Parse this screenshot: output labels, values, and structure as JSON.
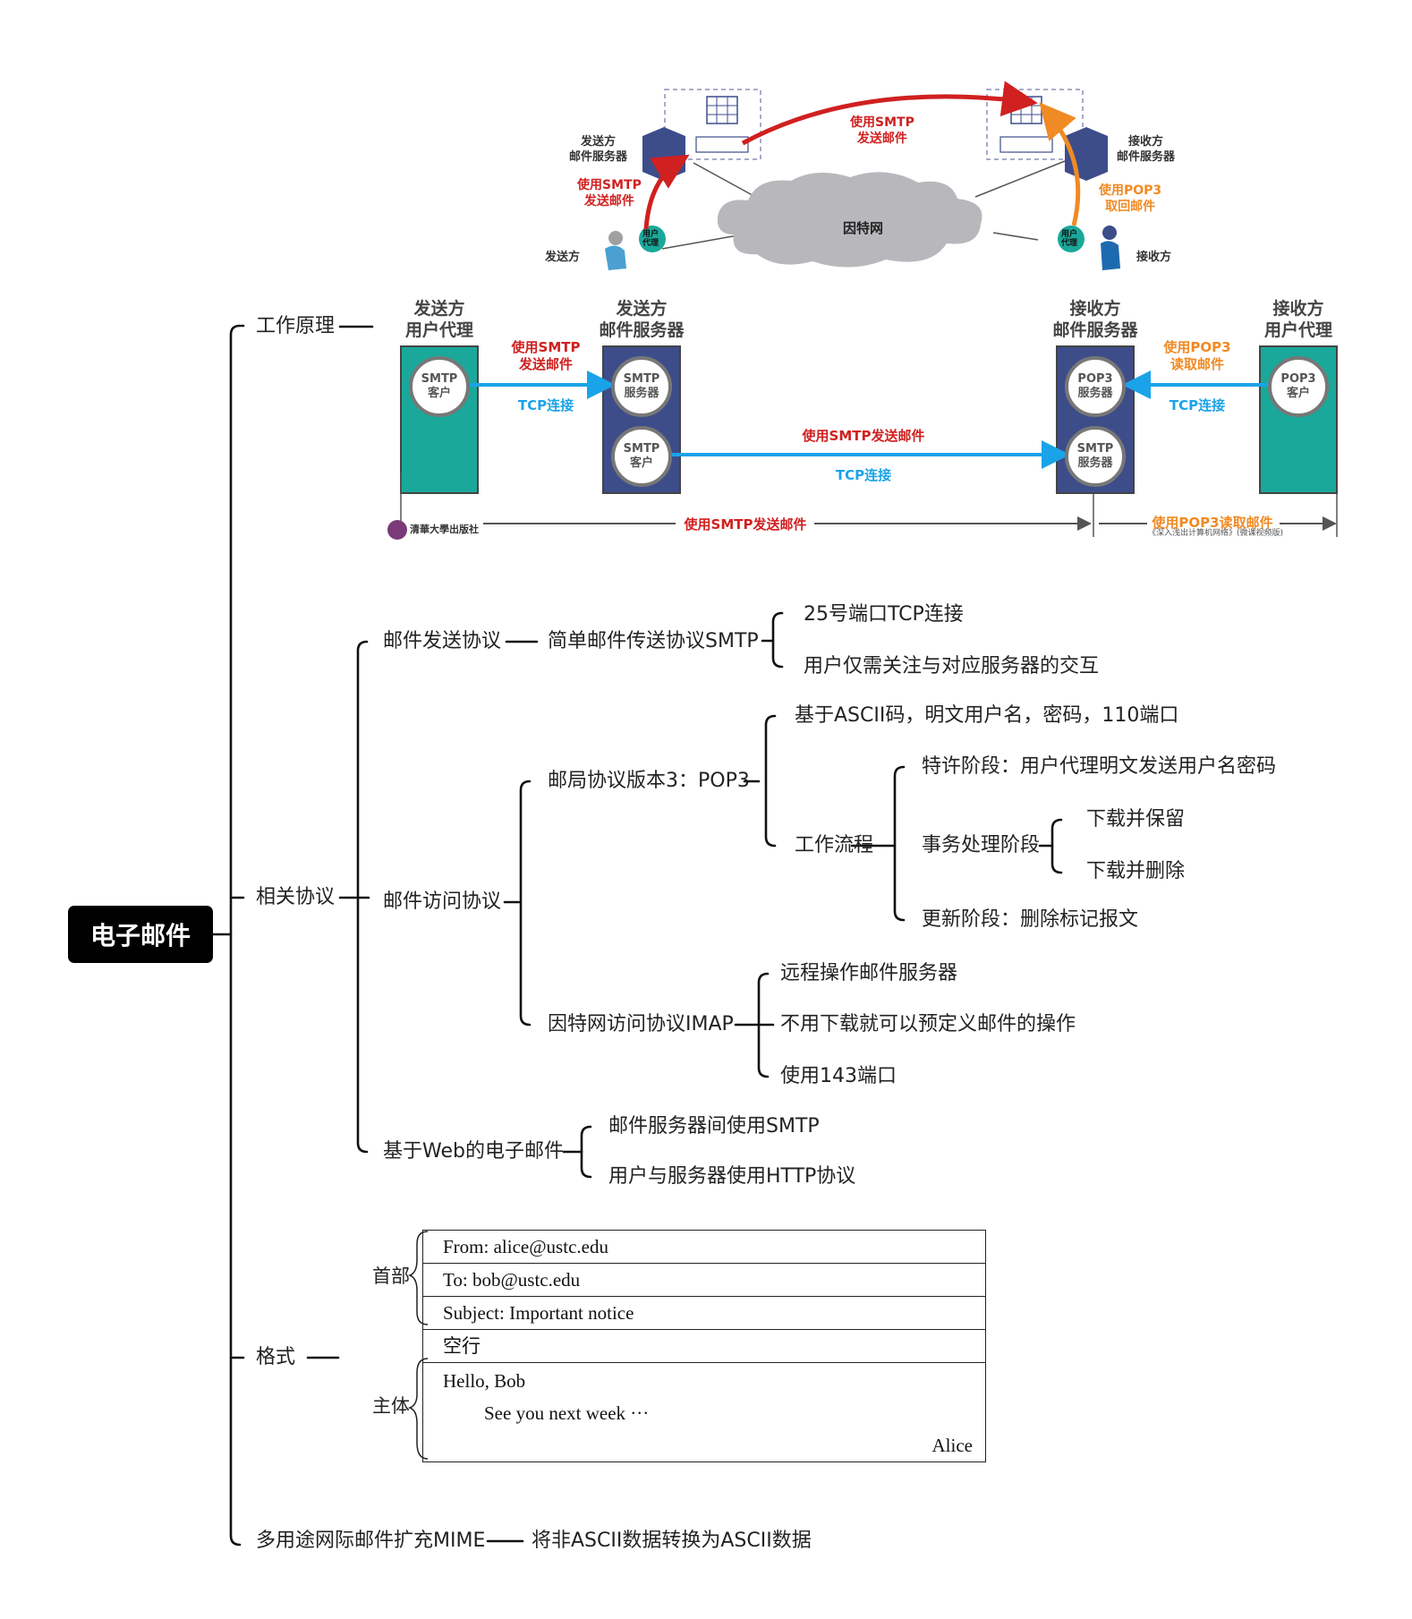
{
  "root": "电子邮件",
  "branches": {
    "principle": "工作原理",
    "protocols": "相关协议",
    "format": "格式",
    "mime": "多用途网际邮件扩充MIME",
    "mime_desc": "将非ASCII数据转换为ASCII数据"
  },
  "protocols": {
    "send": "邮件发送协议",
    "smtp": "简单邮件传送协议SMTP",
    "smtp_items": [
      "25号端口TCP连接",
      "用户仅需关注与对应服务器的交互"
    ],
    "access": "邮件访问协议",
    "pop3": "邮局协议版本3：POP3",
    "pop3_ascii": "基于ASCII码，明文用户名，密码，110端口",
    "workflow": "工作流程",
    "auth": "特许阶段：用户代理明文发送用户名密码",
    "transaction": "事务处理阶段",
    "trans_items": [
      "下载并保留",
      "下载并删除"
    ],
    "update": "更新阶段：删除标记报文",
    "imap": "因特网访问协议IMAP",
    "imap_items": [
      "远程操作邮件服务器",
      "不用下载就可以预定义邮件的操作",
      "使用143端口"
    ],
    "web": "基于Web的电子邮件",
    "web_items": [
      "邮件服务器间使用SMTP",
      "用户与服务器使用HTTP协议"
    ]
  },
  "format": {
    "header_label": "首部",
    "body_label": "主体",
    "from": "From: alice@ustc.edu",
    "to": "To: bob@ustc.edu",
    "subject": "Subject: Important notice",
    "blank": "空行",
    "greeting": "Hello, Bob",
    "body": "See you next week ···",
    "sign": "Alice"
  },
  "figure": {
    "top": {
      "sender_server": "发送方\n邮件服务器",
      "receiver_server": "接收方\n邮件服务器",
      "sender": "发送方",
      "receiver": "接收方",
      "internet": "因特网",
      "smtp_top": "使用SMTP\n发送邮件",
      "smtp_left": "使用SMTP\n发送邮件",
      "pop3_right": "使用POP3\n取回邮件",
      "agent": "用户\n代理"
    },
    "bottom": {
      "sender_agent": "发送方\n用户代理",
      "sender_server": "发送方\n邮件服务器",
      "receiver_server": "接收方\n邮件服务器",
      "receiver_agent": "接收方\n用户代理",
      "smtp_client": "SMTP\n客户",
      "smtp_server": "SMTP\n服务器",
      "pop3_server": "POP3\n服务器",
      "pop3_client": "POP3\n客户",
      "smtp_send": "使用SMTP\n发送邮件",
      "pop3_read": "使用POP3\n读取邮件",
      "tcp": "TCP连接",
      "smtp_send_long": "使用SMTP发送邮件",
      "footer_smtp": "使用SMTP发送邮件",
      "footer_pop3": "使用POP3读取邮件",
      "publisher": "清華大學出版社",
      "book": "《深入浅出计算机网络》(微课视频版)"
    }
  },
  "colors": {
    "teal": "#1aa89a",
    "navy": "#3d4d8a",
    "red": "#d02020",
    "blue": "#1aa3e8",
    "orange": "#f08a24"
  }
}
